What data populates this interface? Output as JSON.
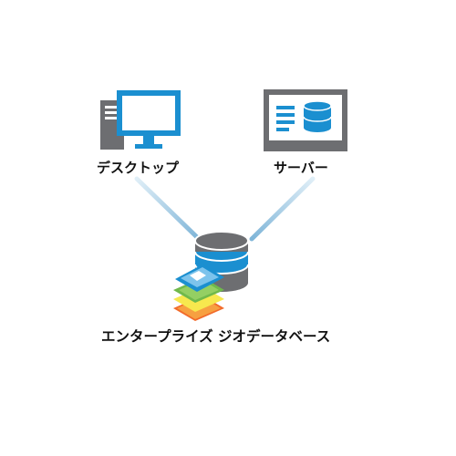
{
  "nodes": {
    "desktop": {
      "label": "デスクトップ",
      "icon": "desktop-computer-icon"
    },
    "server": {
      "label": "サーバー",
      "icon": "server-icon"
    },
    "database": {
      "label": "エンタープライズ ジオデータベース",
      "icon": "geodatabase-icon"
    }
  },
  "colors": {
    "accent_blue": "#1b8fd0",
    "gray": "#6d6e71",
    "light_gray": "#a7a9ac",
    "connector": "#9fc6df",
    "layer_yellow": "#f7e84e",
    "layer_green": "#70b94b",
    "layer_orange": "#f26b2b"
  },
  "connections": [
    {
      "from": "desktop",
      "to": "database"
    },
    {
      "from": "server",
      "to": "database"
    }
  ]
}
